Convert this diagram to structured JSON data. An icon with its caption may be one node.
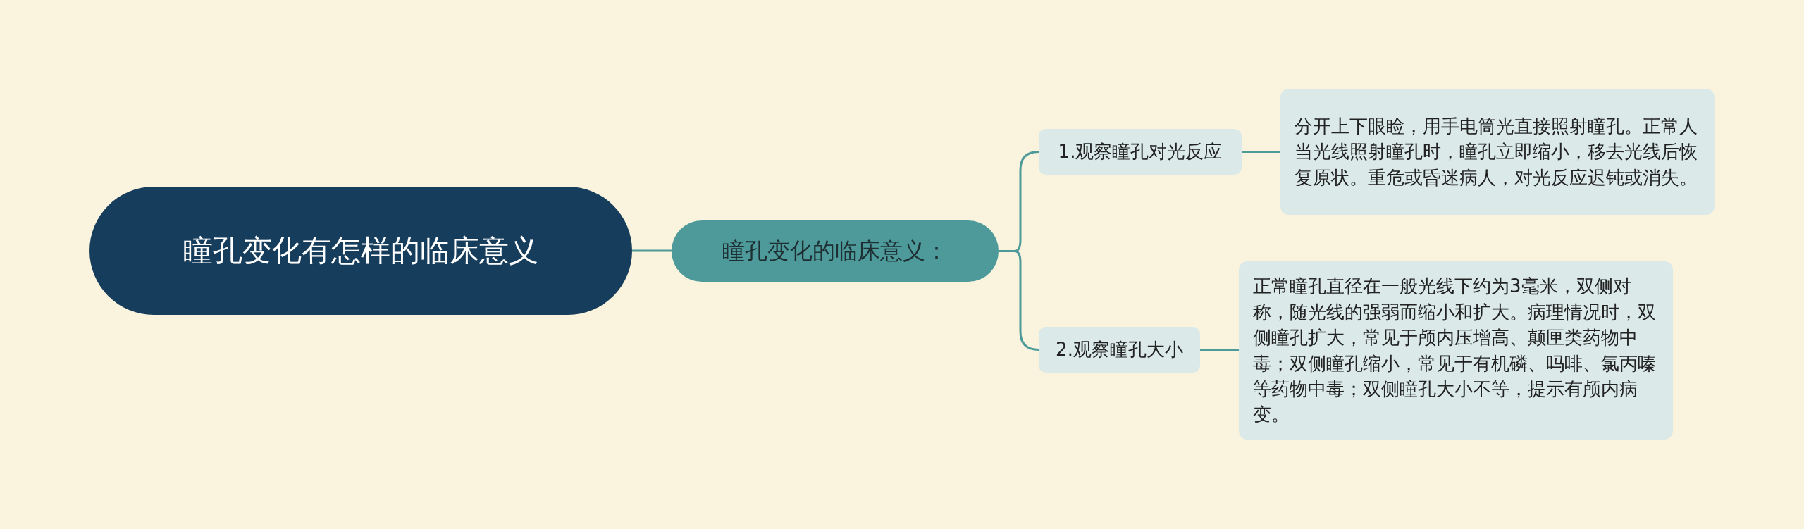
{
  "diagram": {
    "nodes": [
      {
        "text": [
          "瞳孔变化有怎样的临床意义"
        ]
      },
      {
        "text": [
          "瞳孔变化的临床意义："
        ]
      },
      {
        "text": [
          "1.观察瞳孔对光反应"
        ]
      },
      {
        "text": [
          "分开上下眼睑，用手电筒光直接照射瞳孔。正常人当光线照射瞳孔时，瞳孔立即缩小，移去光线后恢复原状。重危或昏迷病人，对光反应迟钝或消失。"
        ]
      },
      {
        "text": [
          "2.观察瞳孔大小"
        ]
      },
      {
        "text": [
          "正常瞳孔直径在一般光线下约为3毫米，双侧对称，随光线的强弱而缩小和扩大。病理情况时，双侧瞳孔扩大，常见于颅内压增高、颠匣类药物中毒；双侧瞳孔缩小，常见于有机磷、吗啡、氯丙嗪等药物中毒；双侧瞳孔大小不等，提示有颅内病变。"
        ]
      }
    ],
    "edges": [
      {
        "from": 0,
        "to": 1,
        "arrow": "none"
      },
      {
        "from": 1,
        "to": 2,
        "arrow": "none"
      },
      {
        "from": 2,
        "to": 3,
        "arrow": "none"
      },
      {
        "from": 1,
        "to": 4,
        "arrow": "none"
      },
      {
        "from": 4,
        "to": 5,
        "arrow": "none"
      }
    ]
  }
}
